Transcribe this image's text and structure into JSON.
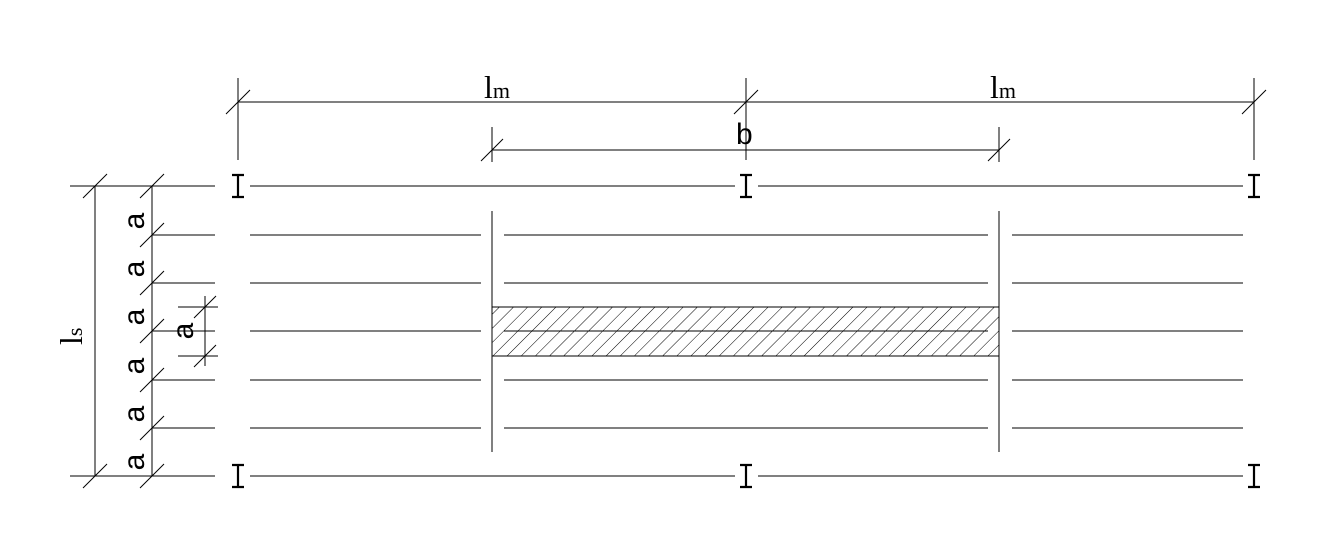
{
  "dimensions": {
    "lm_left": {
      "main": "l",
      "sub": "m"
    },
    "lm_right": {
      "main": "l",
      "sub": "m"
    },
    "b": "b",
    "ls": {
      "main": "l",
      "sub": "s"
    },
    "a_labels": [
      "a",
      "a",
      "a",
      "a",
      "a",
      "a"
    ],
    "a_strip": "a"
  },
  "beam_glyph": "I"
}
